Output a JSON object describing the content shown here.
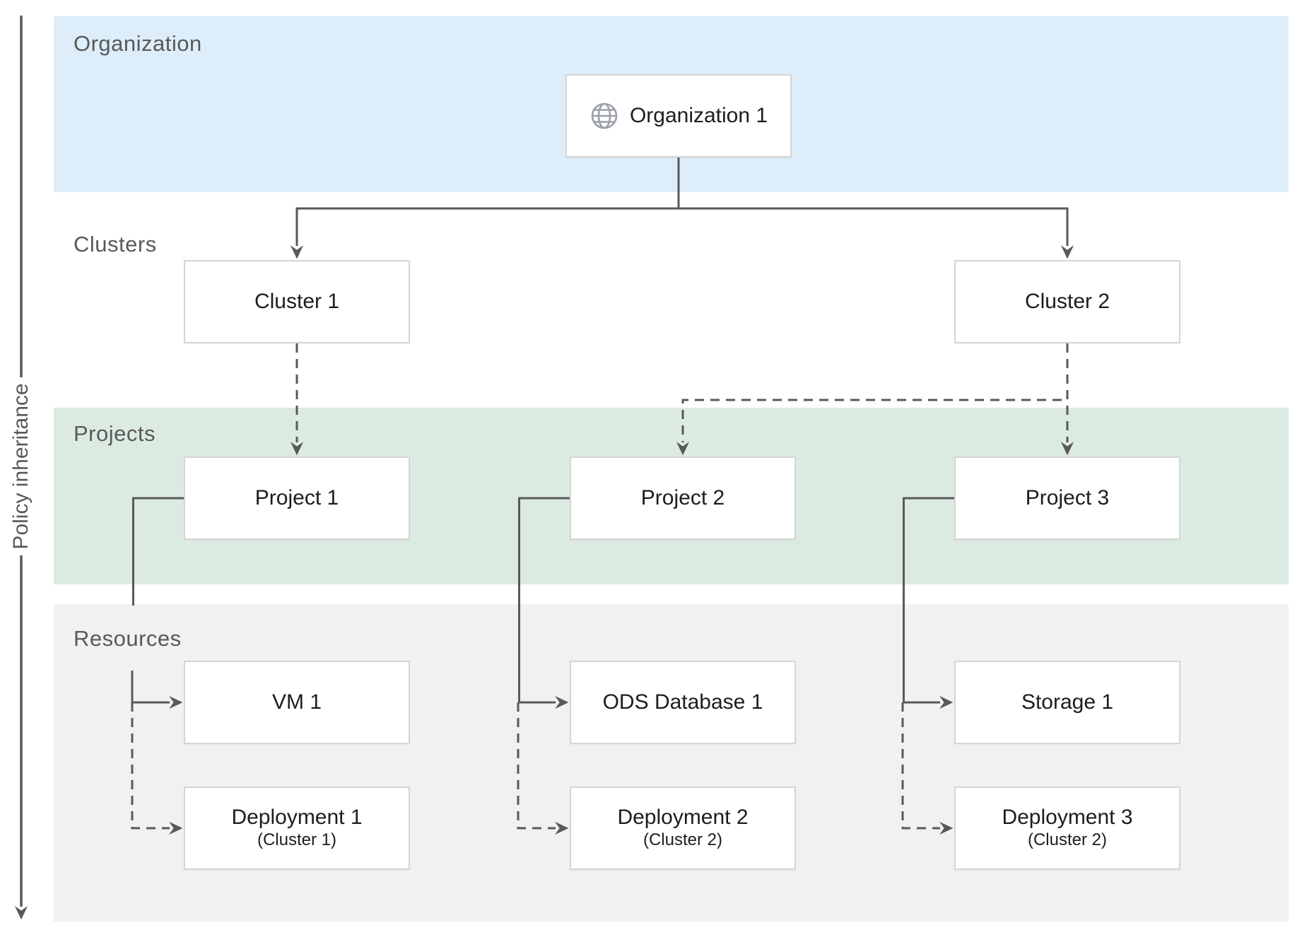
{
  "axis": {
    "label": "Policy inheritance"
  },
  "bands": [
    {
      "id": "organization",
      "label": "Organization",
      "color": "#ddeefa"
    },
    {
      "id": "clusters",
      "label": "Clusters",
      "color": "#ffffff"
    },
    {
      "id": "projects",
      "label": "Projects",
      "color": "#dcebe2"
    },
    {
      "id": "resources",
      "label": "Resources",
      "color": "#f1f1f2"
    }
  ],
  "colors": {
    "connector": "#595959",
    "box_border": "#d5d5d5",
    "box_text": "#1d1d1d",
    "band_label_text": "#595959",
    "globe_icon": "#9aa0a6"
  },
  "nodes": {
    "organization": {
      "label": "Organization 1",
      "icon": "globe-icon"
    },
    "cluster1": {
      "label": "Cluster 1"
    },
    "cluster2": {
      "label": "Cluster 2"
    },
    "project1": {
      "label": "Project 1"
    },
    "project2": {
      "label": "Project 2"
    },
    "project3": {
      "label": "Project 3"
    },
    "vm1": {
      "label": "VM 1"
    },
    "ods1": {
      "label": "ODS Database 1"
    },
    "storage1": {
      "label": "Storage 1"
    },
    "dep1": {
      "label": "Deployment 1",
      "sublabel": "(Cluster 1)"
    },
    "dep2": {
      "label": "Deployment 2",
      "sublabel": "(Cluster 2)"
    },
    "dep3": {
      "label": "Deployment 3",
      "sublabel": "(Cluster 2)"
    }
  },
  "edges": [
    {
      "from": "organization",
      "to": "cluster1",
      "style": "solid"
    },
    {
      "from": "organization",
      "to": "cluster2",
      "style": "solid"
    },
    {
      "from": "cluster1",
      "to": "project1",
      "style": "dashed"
    },
    {
      "from": "cluster2",
      "to": "project2",
      "style": "dashed"
    },
    {
      "from": "cluster2",
      "to": "project3",
      "style": "dashed"
    },
    {
      "from": "project1",
      "to": "vm1",
      "style": "solid"
    },
    {
      "from": "project1",
      "to": "dep1",
      "style": "dashed"
    },
    {
      "from": "project2",
      "to": "ods1",
      "style": "solid"
    },
    {
      "from": "project2",
      "to": "dep2",
      "style": "dashed"
    },
    {
      "from": "project3",
      "to": "storage1",
      "style": "solid"
    },
    {
      "from": "project3",
      "to": "dep3",
      "style": "dashed"
    }
  ]
}
